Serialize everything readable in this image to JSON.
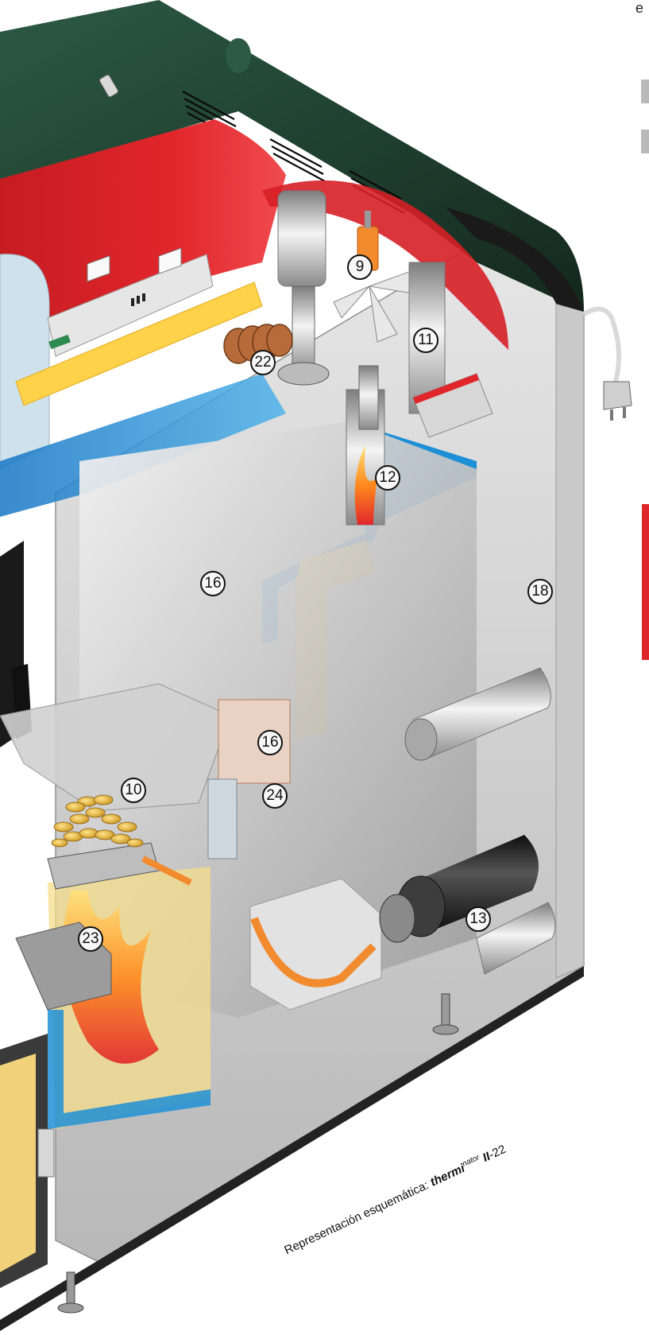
{
  "diagram": {
    "callouts": [
      {
        "id": "c9",
        "label": "9"
      },
      {
        "id": "c11",
        "label": "11"
      },
      {
        "id": "c22",
        "label": "22"
      },
      {
        "id": "c12",
        "label": "12"
      },
      {
        "id": "c16a",
        "label": "16"
      },
      {
        "id": "c18",
        "label": "18"
      },
      {
        "id": "c16b",
        "label": "16"
      },
      {
        "id": "c10",
        "label": "10"
      },
      {
        "id": "c24",
        "label": "24"
      },
      {
        "id": "c13",
        "label": "13"
      },
      {
        "id": "c23",
        "label": "23"
      }
    ],
    "caption": {
      "prefix": "Representación esquemática: ",
      "brand_main": "thermi",
      "brand_sup": "nator",
      "model_bold": "II",
      "model_suffix": "-22"
    },
    "edge_text": "e"
  },
  "colors": {
    "hood_dark": "#1f3f2f",
    "cover_red": "#e1262b",
    "water_blue": "#1d8fd6",
    "insulation_yellow": "#ffd24a",
    "steel_light": "#d9d9d9",
    "steel_mid": "#a9a9a9",
    "pellet_gold": "#e6b52e",
    "cable_orange": "#f28a2e"
  }
}
